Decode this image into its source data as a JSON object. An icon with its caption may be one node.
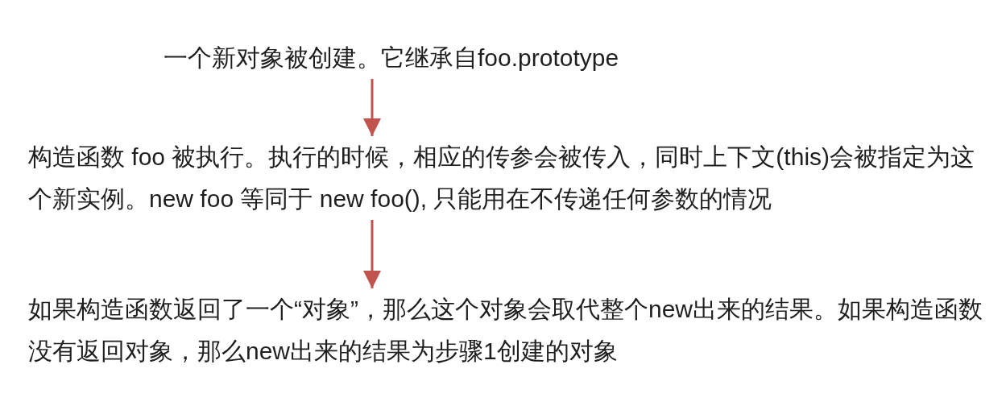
{
  "diagram": {
    "nodes": [
      {
        "text": [
          "一个新对象被创建。它继承自foo.prototype"
        ]
      },
      {
        "text": [
          "构造函数 foo 被执行。执行的时候，相应的传参会被传入，同时上下文(this)会被指定为这个新实例。new foo 等同于 new foo(), 只能用在不传递任何参数的情况"
        ]
      },
      {
        "text": [
          "如果构造函数返回了一个“对象”，那么这个对象会取代整个new出来的结果。如果构造函数没有返回对象，那么new出来的结果为步骤1创建的对象"
        ]
      }
    ],
    "edges": [
      {
        "from": 0,
        "to": 1,
        "arrow": "to"
      },
      {
        "from": 1,
        "to": 2,
        "arrow": "to"
      }
    ]
  }
}
